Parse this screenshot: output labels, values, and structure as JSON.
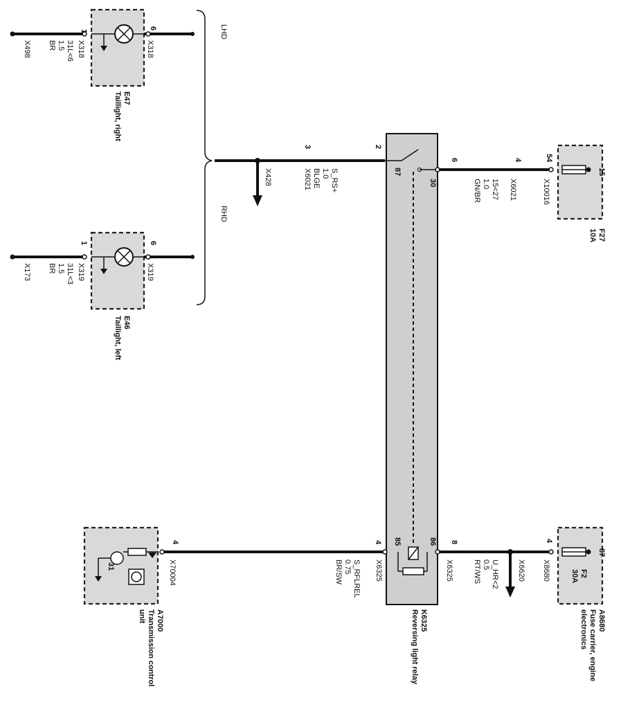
{
  "orientation_labels": {
    "lhd": "LHD",
    "rhd": "RHD"
  },
  "tail_right": {
    "id": "E47",
    "name": "Taillight, right",
    "pin_left": "1",
    "pin_right": "6",
    "conn_left": "X318",
    "conn_right": "X318",
    "ground_wire": "31L<6",
    "ground_size": "1.5",
    "ground_color": "BR",
    "ground_point": "X498"
  },
  "tail_left": {
    "id": "E46",
    "name": "Taillight, left",
    "pin_left": "1",
    "pin_right": "6",
    "conn_left": "X319",
    "conn_right": "X319",
    "ground_wire": "31L<3",
    "ground_size": "1.5",
    "ground_color": "BR",
    "ground_point": "X173"
  },
  "splice": {
    "id": "X428"
  },
  "wire_rs": {
    "connector": "X6021",
    "pin": "3",
    "name": "S_RS+",
    "size": "1.0",
    "color": "BLGE"
  },
  "relay": {
    "id": "K6325",
    "name": "Reversing light relay",
    "pin_87_num": "2",
    "pin_87": "87",
    "pin_30": "30",
    "pin_30_num": "6",
    "pin_85": "85",
    "pin_86": "86",
    "pin_85_num": "4",
    "pin_86_num": "8",
    "conn_left": "X6325",
    "conn_right": "X6325"
  },
  "wire_feed": {
    "connector": "X6021",
    "pin": "4",
    "name": "15<27",
    "size": "1.0",
    "color": "GN/BR"
  },
  "fuse_f27": {
    "id": "F27",
    "rating": "10A",
    "pin_in": "54",
    "pin_out": "15",
    "connector": "X10016"
  },
  "wire_ctrl": {
    "name": "S_RFLREL",
    "size": "0.75",
    "color": "BR/SW"
  },
  "tcu": {
    "id": "A7000",
    "name_line1": "Transmission control",
    "name_line2": "unit",
    "pin": "4",
    "connector": "X70004",
    "ground_num": "31"
  },
  "wire_uhr": {
    "name": "U_HR<2",
    "size": "0.5",
    "color": "RT/WS",
    "splice": "X6620"
  },
  "fuse_f2": {
    "id": "F2",
    "rating": "30A",
    "pin_in": "4",
    "pin_out": "87",
    "connector": "X8680",
    "carrier_id": "A8680",
    "carrier_line1": "Fuse carrier, engine",
    "carrier_line2": "electronics"
  }
}
